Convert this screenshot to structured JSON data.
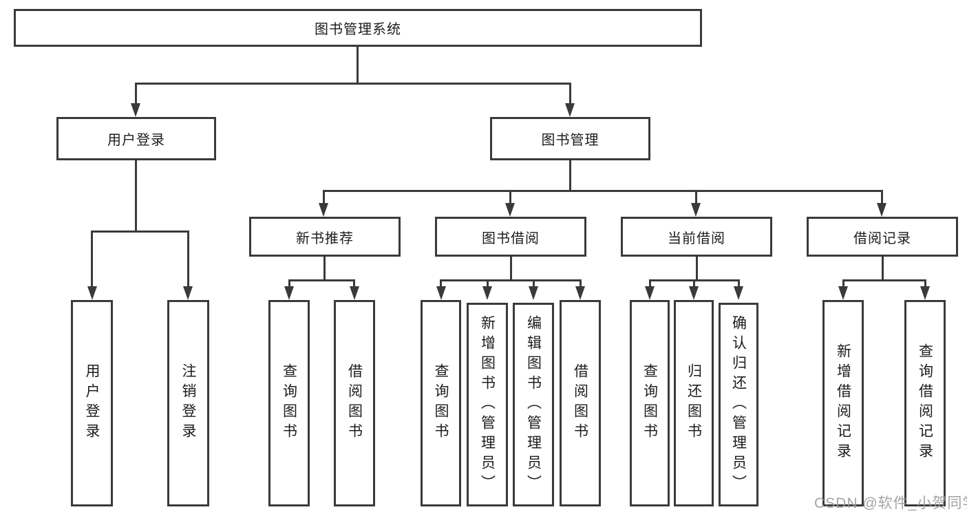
{
  "nodes": {
    "root": "图书管理系统",
    "level2": [
      "用户登录",
      "图书管理"
    ],
    "level3": [
      "新书推荐",
      "图书借阅",
      "当前借阅",
      "借阅记录"
    ],
    "leaves_user_login": [
      "用户登录",
      "注销登录"
    ],
    "leaves_new_book": [
      "查询图书",
      "借阅图书"
    ],
    "leaves_book_borrow": [
      "查询图书",
      "新增图书（管理员）",
      "编辑图书（管理员）",
      "借阅图书"
    ],
    "leaves_current_borrow": [
      "查询图书",
      "归还图书",
      "确认归还（管理员）"
    ],
    "leaves_borrow_records": [
      "新增借阅记录",
      "查询借阅记录"
    ]
  },
  "watermark": "CSDN @软件_小贺同学",
  "colors": {
    "line": "#3a3a3a",
    "box_background": "#ffffff",
    "text": "#1c1c1c",
    "watermark": "#9a9a9a",
    "page_background": "#ffffff"
  }
}
